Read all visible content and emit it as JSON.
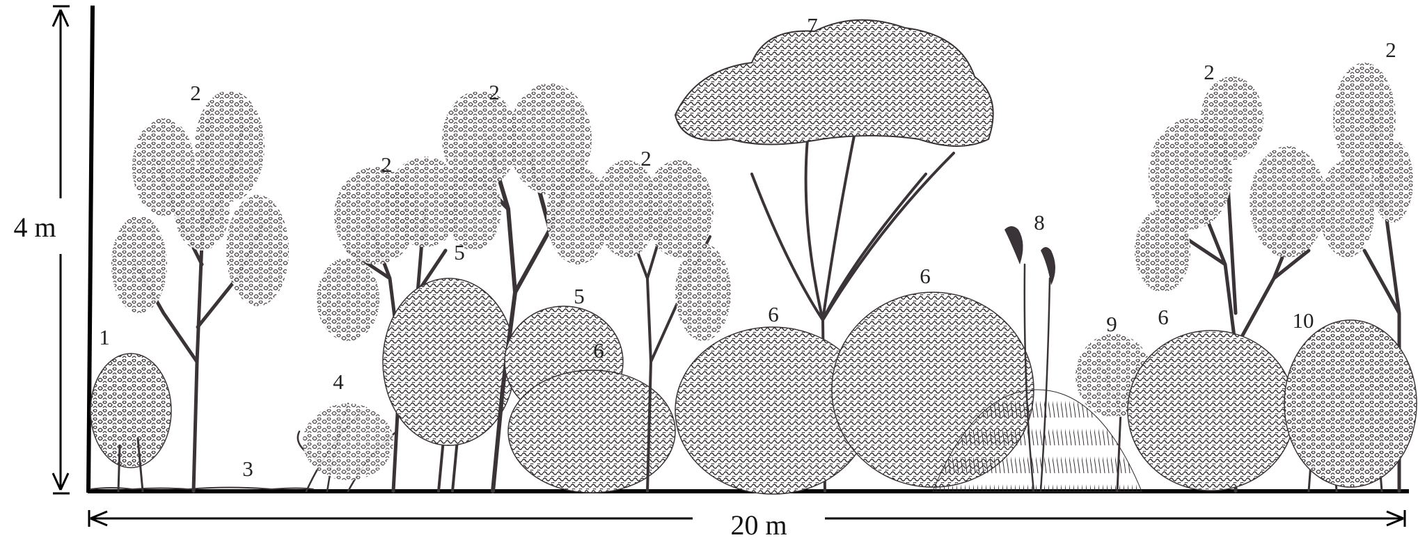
{
  "dimensions": {
    "height_label": "4 m",
    "width_label": "20 m"
  },
  "plant_labels": [
    {
      "id": "label-1",
      "text": "1"
    },
    {
      "id": "label-2a",
      "text": "2"
    },
    {
      "id": "label-2b",
      "text": "2"
    },
    {
      "id": "label-2c",
      "text": "2"
    },
    {
      "id": "label-2d",
      "text": "2"
    },
    {
      "id": "label-2e",
      "text": "2"
    },
    {
      "id": "label-2f",
      "text": "2"
    },
    {
      "id": "label-3",
      "text": "3"
    },
    {
      "id": "label-4",
      "text": "4"
    },
    {
      "id": "label-5a",
      "text": "5"
    },
    {
      "id": "label-5b",
      "text": "5"
    },
    {
      "id": "label-6a",
      "text": "6"
    },
    {
      "id": "label-6b",
      "text": "6"
    },
    {
      "id": "label-6c",
      "text": "6"
    },
    {
      "id": "label-6d",
      "text": "6"
    },
    {
      "id": "label-7",
      "text": "7"
    },
    {
      "id": "label-8",
      "text": "8"
    },
    {
      "id": "label-9",
      "text": "9"
    },
    {
      "id": "label-10",
      "text": "10"
    }
  ],
  "colors": {
    "ink": "#2f2a2e",
    "frame": "#000000",
    "background": "#ffffff"
  }
}
